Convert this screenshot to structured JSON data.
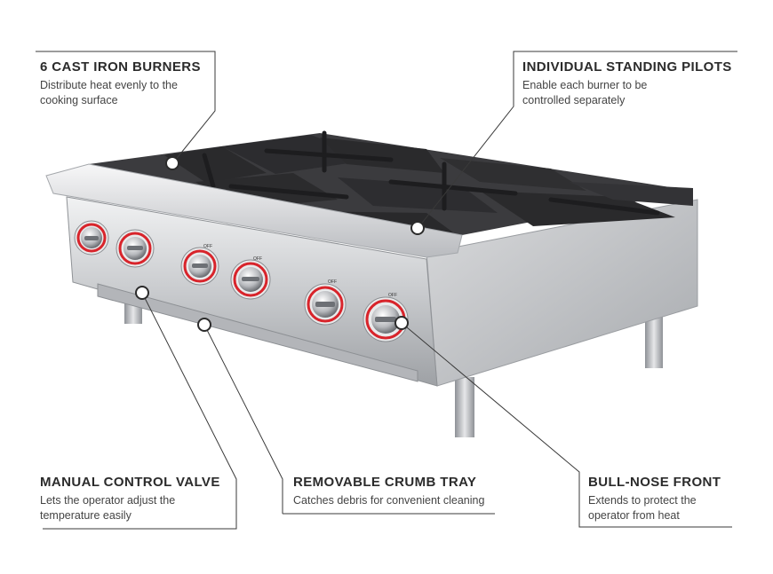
{
  "callouts": {
    "burners": {
      "title": "6 CAST IRON BURNERS",
      "desc_line1": "Distribute heat evenly to the",
      "desc_line2": "cooking surface"
    },
    "pilots": {
      "title": "INDIVIDUAL STANDING PILOTS",
      "desc_line1": "Enable each burner to be",
      "desc_line2": "controlled separately"
    },
    "valve": {
      "title": "MANUAL CONTROL VALVE",
      "desc_line1": "Lets the operator adjust the",
      "desc_line2": "temperature easily"
    },
    "tray": {
      "title": "REMOVABLE CRUMB TRAY",
      "desc_line1": "Catches debris for convenient cleaning"
    },
    "bullnose": {
      "title": "BULL-NOSE FRONT",
      "desc_line1": "Extends to protect the",
      "desc_line2": "operator from heat"
    }
  },
  "knob_label": "OFF",
  "colors": {
    "steel_light": "#e3e4e6",
    "steel_dark": "#8f9296",
    "grate": "#2f2f31",
    "knob_ring": "#d8242b",
    "line": "#3a3a3a"
  }
}
